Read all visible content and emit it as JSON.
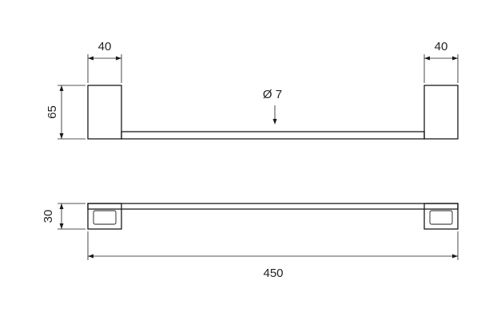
{
  "dimensions": {
    "left_width": "40",
    "right_width": "40",
    "height": "65",
    "bar_diameter": "Ø 7",
    "depth": "30",
    "overall_length": "450"
  }
}
